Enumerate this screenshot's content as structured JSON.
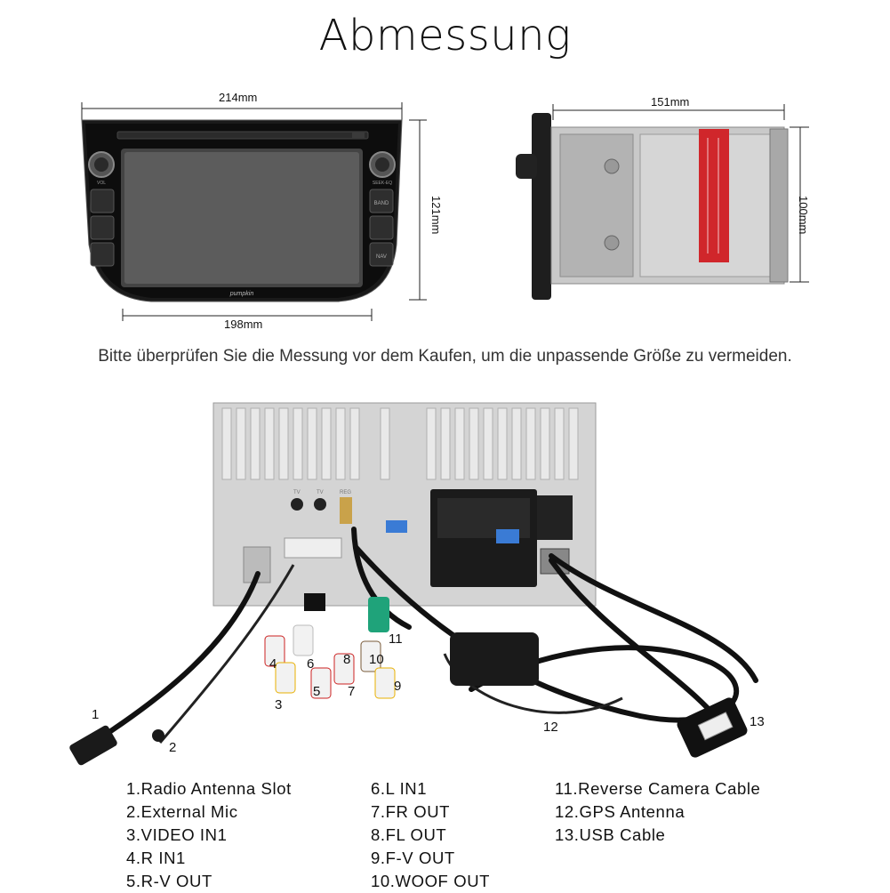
{
  "title": "Abmessung",
  "dimensions": {
    "front_width": "214mm",
    "front_inner_width": "198mm",
    "front_height": "121mm",
    "side_depth": "151mm",
    "side_height": "100mm"
  },
  "front_panel": {
    "brand": "pumpkin",
    "buttons": [
      "BAND",
      "NAV"
    ],
    "knob_labels": [
      "VOL",
      "SEEK-EQ"
    ]
  },
  "note": "Bitte überprüfen Sie die Messung vor dem Kaufen, um die unpassende Größe zu vermeiden.",
  "rear_panel": {
    "port_labels": [
      "TV",
      "TV",
      "REG"
    ]
  },
  "callouts": [
    "1",
    "2",
    "3",
    "4",
    "5",
    "6",
    "7",
    "8",
    "9",
    "10",
    "11",
    "12",
    "13"
  ],
  "legend": {
    "col1": [
      "1.Radio Antenna Slot",
      "2.External Mic",
      "3.VIDEO IN1",
      "4.R IN1",
      "5.R-V OUT"
    ],
    "col2": [
      "6.L IN1",
      "7.FR OUT",
      "8.FL OUT",
      "9.F-V OUT",
      "10.WOOF OUT"
    ],
    "col3": [
      "11.Reverse Camera Cable",
      "12.GPS Antenna",
      "13.USB Cable"
    ]
  }
}
